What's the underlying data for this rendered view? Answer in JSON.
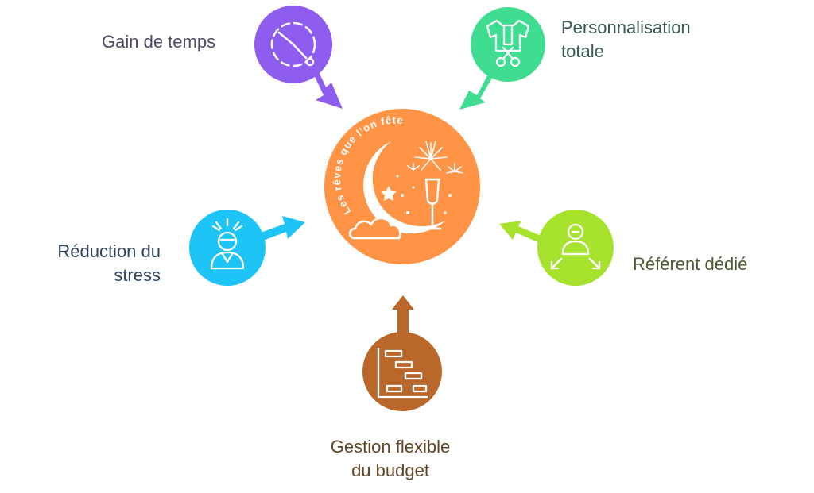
{
  "center": {
    "name": "Les rêves que l'on fête",
    "color": "#ff9346"
  },
  "benefits": {
    "gain_temps": {
      "label": "Gain de temps",
      "color": "#8f5cf0",
      "icon": "clock-icon"
    },
    "personnalisation": {
      "line1": "Personnalisation",
      "line2": "totale",
      "color": "#3fdc91",
      "icon": "shirt-scissors-icon"
    },
    "stress": {
      "line1": "Réduction du",
      "line2": "stress",
      "color": "#1ec4f6",
      "icon": "stressed-person-icon"
    },
    "referent": {
      "label": "Référent dédié",
      "color": "#a7e22f",
      "icon": "person-arrows-icon"
    },
    "budget": {
      "line1": "Gestion flexible",
      "line2": "du budget",
      "color": "#b9672a",
      "icon": "gantt-chart-icon"
    }
  }
}
